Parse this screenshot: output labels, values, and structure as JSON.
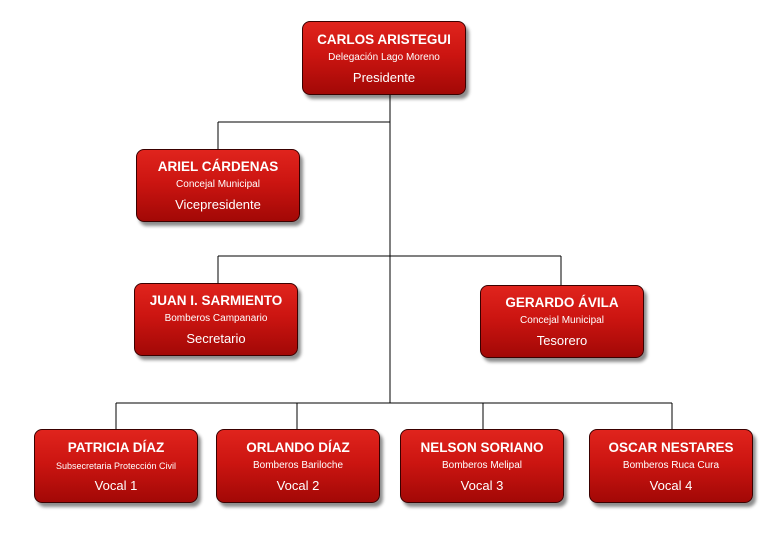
{
  "org_chart": {
    "president": {
      "name": "CARLOS ARISTEGUI",
      "org": "Delegación Lago Moreno",
      "role": "Presidente"
    },
    "vice_president": {
      "name": "ARIEL CÁRDENAS",
      "org": "Concejal Municipal",
      "role": "Vicepresidente"
    },
    "secretary": {
      "name": "JUAN I. SARMIENTO",
      "org": "Bomberos Campanario",
      "role": "Secretario"
    },
    "treasurer": {
      "name": "GERARDO ÁVILA",
      "org": "Concejal Municipal",
      "role": "Tesorero"
    },
    "vocals": [
      {
        "name": "PATRICIA DÍAZ",
        "org": "Subsecretaria Protección Civil",
        "role": "Vocal 1"
      },
      {
        "name": "ORLANDO DÍAZ",
        "org": "Bomberos Bariloche",
        "role": "Vocal 2"
      },
      {
        "name": "NELSON SORIANO",
        "org": "Bomberos Melipal",
        "role": "Vocal 3"
      },
      {
        "name": "OSCAR NESTARES",
        "org": "Bomberos Ruca Cura",
        "role": "Vocal 4"
      }
    ]
  },
  "colors": {
    "node_fill": "#cc1511",
    "node_border": "#3a0000",
    "connector": "#000000",
    "text": "#ffffff"
  }
}
